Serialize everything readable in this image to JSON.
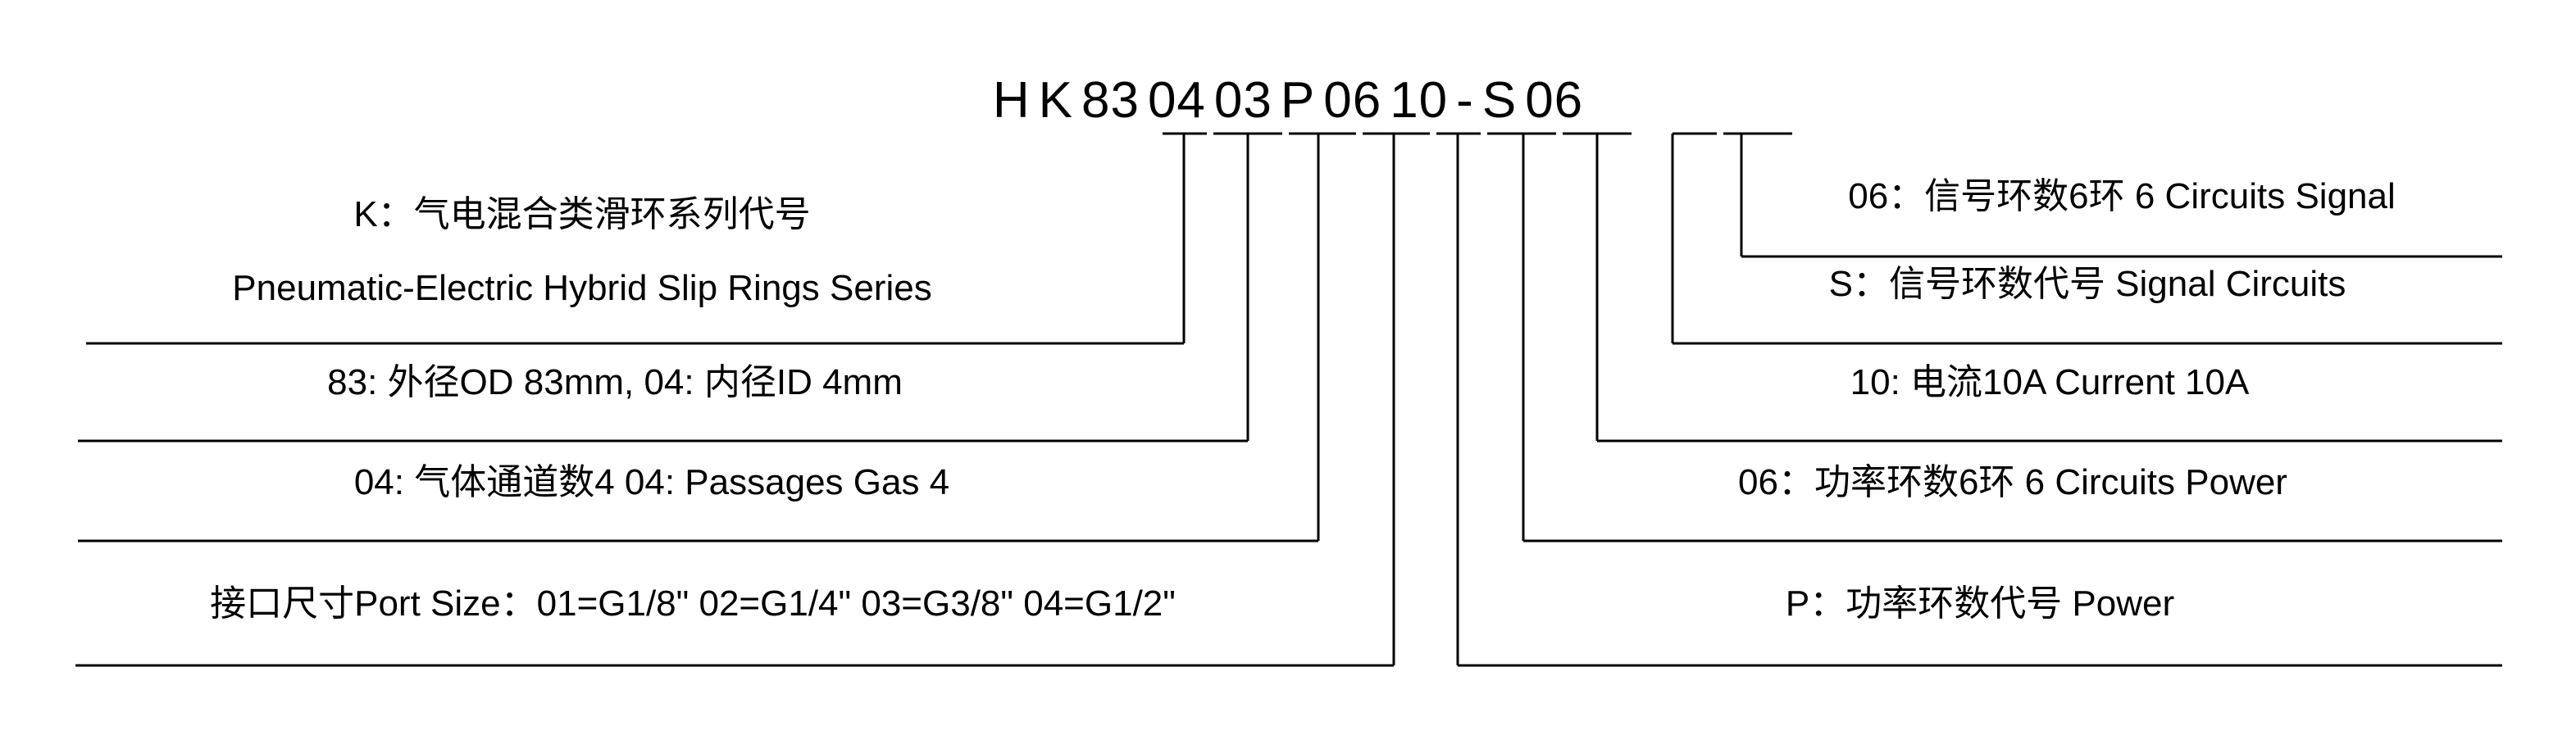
{
  "diagram": {
    "title_code": "HK 83 04 03 P 06 10 - S 06",
    "part_number_segments": [
      {
        "id": "seg-h",
        "text": "H"
      },
      {
        "id": "seg-k",
        "text": "K"
      },
      {
        "id": "seg-83",
        "text": "83"
      },
      {
        "id": "seg-04",
        "text": "04"
      },
      {
        "id": "seg-03",
        "text": "03"
      },
      {
        "id": "seg-p",
        "text": "P"
      },
      {
        "id": "seg-06p",
        "text": "06"
      },
      {
        "id": "seg-10",
        "text": "10"
      },
      {
        "id": "seg-dash",
        "text": "-"
      },
      {
        "id": "seg-s",
        "text": "S"
      },
      {
        "id": "seg-06s",
        "text": "06"
      }
    ],
    "left_callouts": [
      {
        "id": "callout-series",
        "line1": "K：气电混合类滑环系列代号",
        "line2": "Pneumatic-Electric Hybrid Slip Rings Series"
      },
      {
        "id": "callout-diameter",
        "line1": "83: 外径OD 83mm, 04: 内径ID 4mm",
        "line2": ""
      },
      {
        "id": "callout-gas-passages",
        "line1": "04: 气体通道数4  04: Passages Gas 4",
        "line2": ""
      },
      {
        "id": "callout-port-size",
        "line1": "接口尺寸Port Size：01=G1/8\" 02=G1/4\" 03=G3/8\" 04=G1/2\"",
        "line2": ""
      }
    ],
    "right_callouts": [
      {
        "id": "callout-signal-circuits-count",
        "line1": "06：信号环数6环 6 Circuits Signal"
      },
      {
        "id": "callout-signal-code",
        "line1": "S：信号环数代号 Signal Circuits"
      },
      {
        "id": "callout-current",
        "line1": "10: 电流10A  Current 10A"
      },
      {
        "id": "callout-power-circuits-count",
        "line1": "06：功率环数6环  6 Circuits Power"
      },
      {
        "id": "callout-power-code",
        "line1": "P：功率环数代号 Power"
      }
    ],
    "colors": {
      "ink": "#000000",
      "background": "#ffffff"
    }
  }
}
